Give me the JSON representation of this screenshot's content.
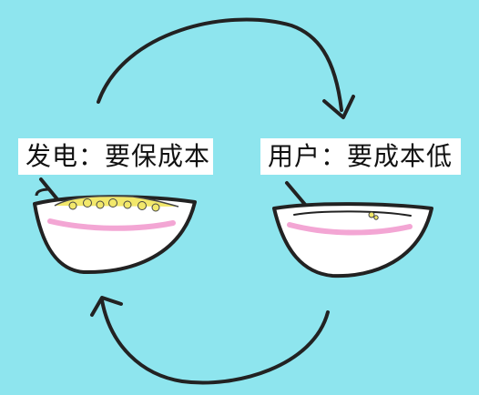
{
  "labels": {
    "left": "发电：要保成本",
    "right": "用户：要成本低"
  },
  "colors": {
    "background": "#8ee5ee",
    "bowl_fill": "#ffffff",
    "bowl_stripe": "#f3a6d4",
    "food": "#f2e86b",
    "line": "#222222"
  },
  "icons": {
    "top_arrow": "curved-arrow-clockwise",
    "bottom_arrow": "curved-arrow-counterclockwise",
    "left_bowl": "full-bowl",
    "right_bowl": "nearly-empty-bowl"
  }
}
